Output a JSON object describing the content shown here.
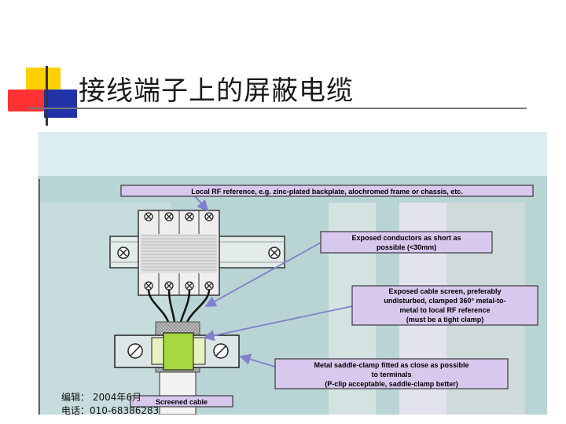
{
  "slide": {
    "title": "接线端子上的屏蔽电缆"
  },
  "diagram": {
    "labels": {
      "rf_reference": "Local RF reference, e.g. zinc-plated backplate, alochromed frame or chassis, etc.",
      "exposed_conductors_1": "Exposed conductors as short as",
      "exposed_conductors_2": "possible (<30mm)",
      "cable_screen_1": "Exposed cable screen, preferably",
      "cable_screen_2": "undisturbed, clamped 360° metal-to-",
      "cable_screen_3": "metal to local RF reference",
      "cable_screen_4": "(must be a tight clamp)",
      "saddle_clamp_1": "Metal saddle-clamp fitted as close as possible",
      "saddle_clamp_2": "to terminals",
      "saddle_clamp_3": "(P-clip acceptable, saddle-clamp better)",
      "screened_cable": "Screened cable"
    },
    "colors": {
      "top_band": "#dceef1",
      "background": "#b9d4d4",
      "stripe_light": "#e3e3ef",
      "label_fill": "#d8c8ee",
      "label_border": "#3a3a3a",
      "clamp_green": "#a8d840",
      "arrow": "#8080cc"
    }
  },
  "footer": {
    "line1": "编辑：  2004年6月",
    "line2": "电话：010-68386283"
  }
}
